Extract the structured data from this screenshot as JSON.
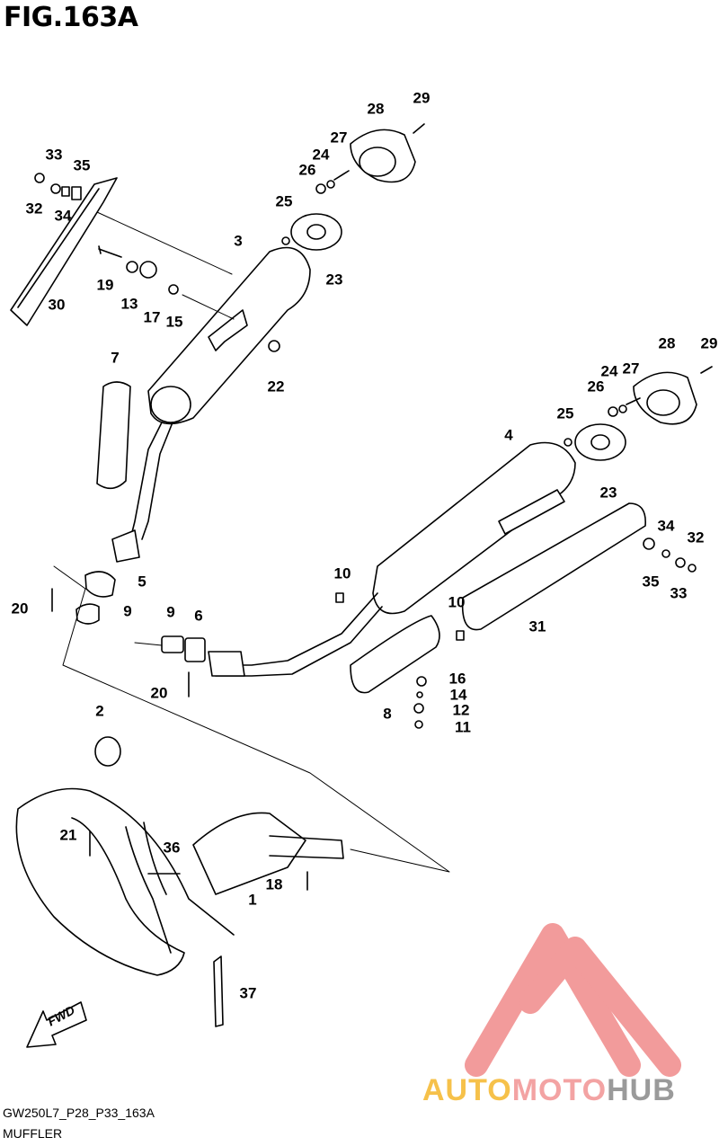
{
  "figure": {
    "title": "FIG.163A",
    "code": "GW250L7_P28_P33_163A",
    "name": "MUFFLER",
    "fwd_label": "FWD"
  },
  "watermark": {
    "part1": "AUTO",
    "part2": "MOTO",
    "part3": "HUB",
    "colors": {
      "auto": "#f6c14a",
      "moto": "#f3a3a3",
      "hub": "#9a9a9a",
      "logo": "#f08a8a"
    }
  },
  "callouts": [
    "1",
    "2",
    "3",
    "4",
    "5",
    "6",
    "7",
    "8",
    "9",
    "9",
    "10",
    "10",
    "11",
    "12",
    "13",
    "14",
    "15",
    "16",
    "17",
    "18",
    "19",
    "20",
    "20",
    "21",
    "22",
    "23",
    "23",
    "24",
    "24",
    "25",
    "25",
    "26",
    "26",
    "27",
    "27",
    "28",
    "28",
    "29",
    "29",
    "30",
    "31",
    "32",
    "32",
    "33",
    "33",
    "34",
    "34",
    "35",
    "35",
    "36",
    "37"
  ]
}
